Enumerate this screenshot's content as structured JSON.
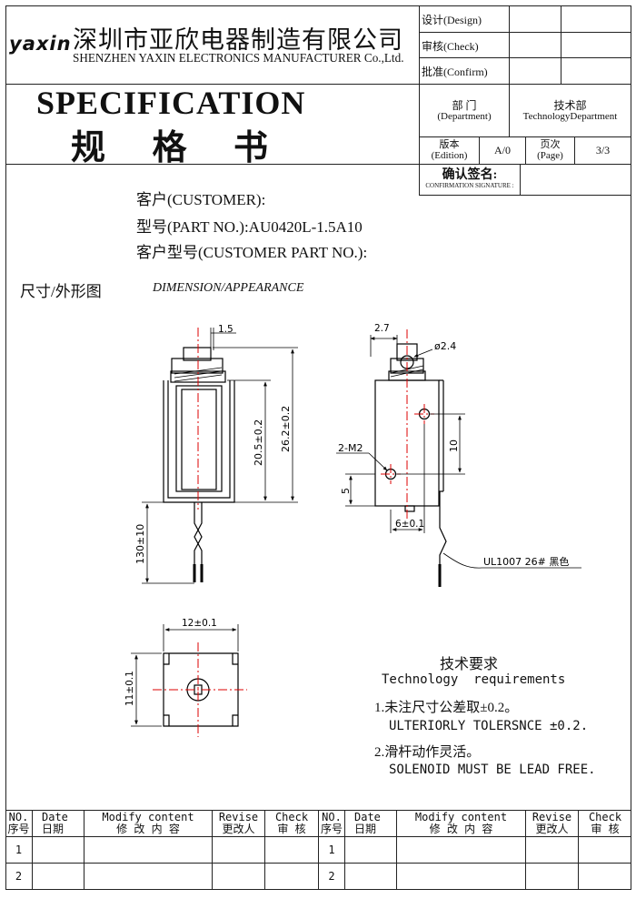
{
  "header": {
    "logo": "yaxin",
    "company_cn": "深圳市亚欣电器制造有限公司",
    "company_en": "SHENZHEN YAXIN ELECTRONICS MANUFACTURER Co.,Ltd.",
    "sign_design": "设计(Design)",
    "sign_check": "审核(Check)",
    "sign_confirm": "批准(Confirm)"
  },
  "title": {
    "en": "SPECIFICATION",
    "cn": "规 格 书",
    "dept_label_cn": "部 门",
    "dept_label_en": "(Department)",
    "dept_value_cn": "技术部",
    "dept_value_en": "TechnologyDepartment",
    "edition_cn": "版本",
    "edition_en": "(Edition)",
    "edition_value": "A/0",
    "page_cn": "页次",
    "page_en": "(Page)",
    "page_value": "3/3",
    "confirm_sig_cn": "确认签名:",
    "confirm_sig_en": "CONFIRMATION SIGNATURE :"
  },
  "info": {
    "customer": "客户(CUSTOMER):",
    "part_no": "型号(PART NO.):AU0420L-1.5A10",
    "customer_part_no": "客户型号(CUSTOMER PART NO.):"
  },
  "section": {
    "label_cn": "尺寸/外形图",
    "label_en": "DIMENSION/APPEARANCE"
  },
  "drawing": {
    "dim_1_5": "1.5",
    "dim_20_5": "20.5±0.2",
    "dim_26_2": "26.2±0.2",
    "dim_130": "130±10",
    "dim_2_7": "2.7",
    "dim_dia": "ø2.4",
    "dim_2m2": "2-M2",
    "dim_10": "10",
    "dim_5": "5",
    "dim_6": "6±0.1",
    "wire_label": "UL1007 26# 黑色",
    "dim_12": "12±0.1",
    "dim_11": "11±0.1"
  },
  "requirements": {
    "title_cn": "技术要求",
    "title_en": "Technology  requirements",
    "item1_cn": "1.未注尺寸公差取±0.2。",
    "item1_en": "ULTERIORLY TOLERSNCE ±0.2.",
    "item2_cn": "2.滑杆动作灵活。",
    "item2_en": "SOLENOID MUST BE LEAD FREE."
  },
  "revision_table": {
    "headers_en": [
      "NO.",
      "Date",
      "Modify content",
      "Revise",
      "Check"
    ],
    "headers_cn": [
      "序号",
      "日期",
      "修 改 内 容",
      "更改人",
      "审 核"
    ],
    "rows": [
      "1",
      "2"
    ]
  }
}
